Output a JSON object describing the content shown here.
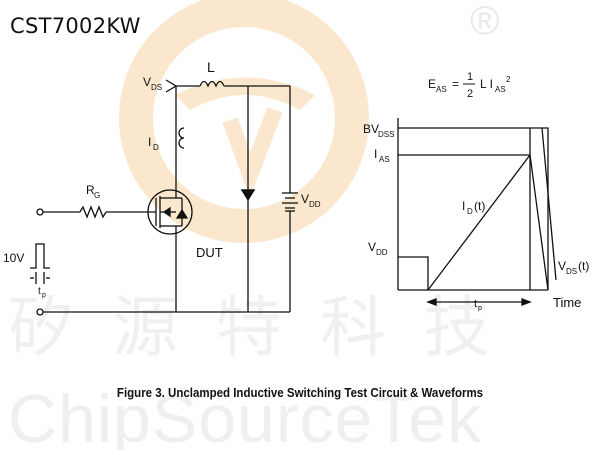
{
  "part_number": "CST7002KW",
  "caption": "Figure 3. Unclamped Inductive Switching Test Circuit & Waveforms",
  "watermark": {
    "chinese": "矽源特科技",
    "brand": "ChipSourceTek",
    "registered_mark": "®",
    "color": "#f3c79a"
  },
  "circuit": {
    "vds": "V",
    "vds_sub": "DS",
    "inductor": "L",
    "id": "I",
    "id_sub": "D",
    "rg": "R",
    "rg_sub": "G",
    "dut": "DUT",
    "vdd": "V",
    "vdd_sub": "DD",
    "pulse": "10V",
    "tp": "t",
    "tp_sub": "p"
  },
  "formula": {
    "lhs": "E",
    "lhs_sub": "AS",
    "equals": "=",
    "numerator": "1",
    "denominator": "2",
    "rhs": "L I",
    "rhs_sub": "AS",
    "rhs_sup": "2"
  },
  "waveform": {
    "bvdss": "BV",
    "bvdss_sub": "DSS",
    "ias": "I",
    "ias_sub": "AS",
    "vdd": "V",
    "vdd_sub": "DD",
    "idt": "I",
    "idt_sub": "D",
    "idt_arg": "(t)",
    "vdst": "V",
    "vdst_sub": "DS",
    "vdst_arg": "(t)",
    "tp": "t",
    "tp_sub": "p",
    "time": "Time"
  }
}
